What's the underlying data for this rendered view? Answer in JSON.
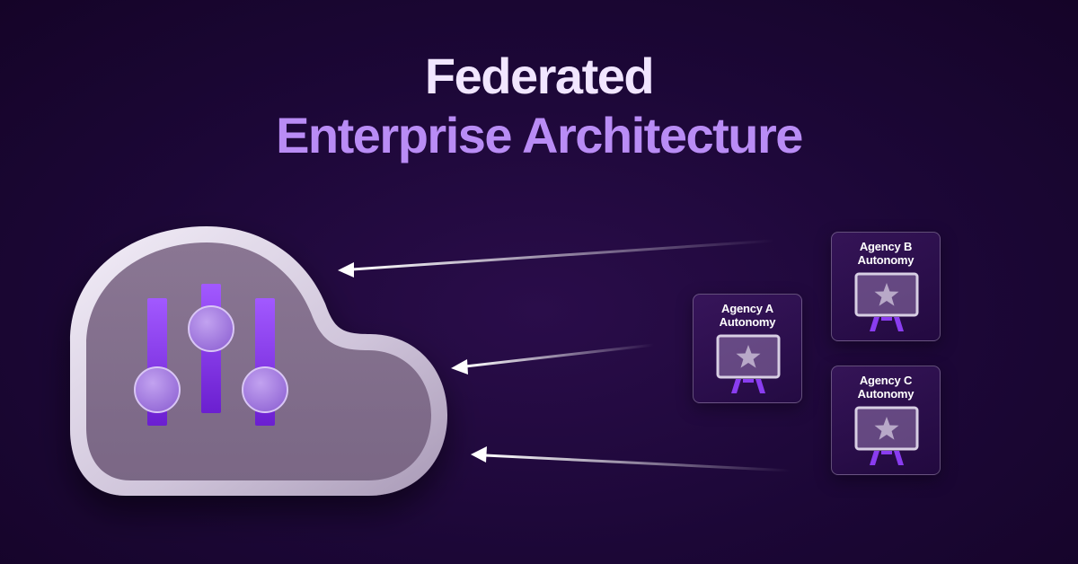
{
  "title": {
    "line1": "Federated",
    "line2": "Enterprise Architecture"
  },
  "hub": {
    "icon": "equalizer-sliders-icon"
  },
  "agencies": [
    {
      "name_line1": "Agency A",
      "name_line2": "Autonomy",
      "icon": "star-monitor-icon"
    },
    {
      "name_line1": "Agency B",
      "name_line2": "Autonomy",
      "icon": "star-monitor-icon"
    },
    {
      "name_line1": "Agency C",
      "name_line2": "Autonomy",
      "icon": "star-monitor-icon"
    }
  ],
  "colors": {
    "background": "#1c0737",
    "title_primary": "#f1e6ff",
    "title_accent": "#b98cf5",
    "slider_purple": "#8a3df0",
    "knob_lilac": "#a57de0"
  }
}
